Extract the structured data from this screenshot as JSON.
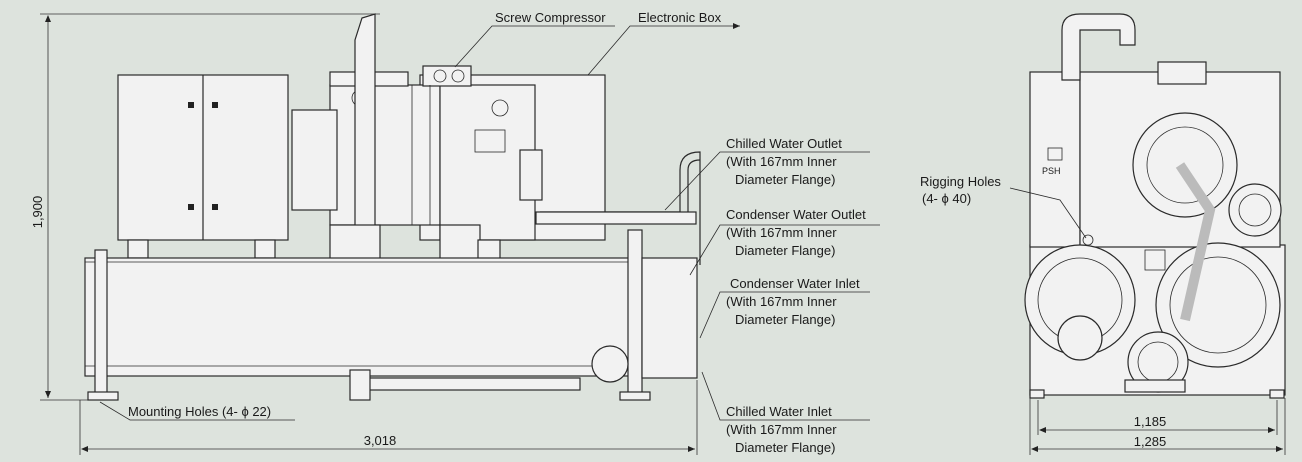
{
  "labels": {
    "screw_compressor": "Screw Compressor",
    "electronic_box": "Electronic Box",
    "chilled_out_1": "Chilled Water Outlet",
    "chilled_out_2": "(With 167mm Inner",
    "chilled_out_3": "Diameter Flange)",
    "cond_out_1": "Condenser Water Outlet",
    "cond_out_2": "(With 167mm Inner",
    "cond_out_3": "Diameter Flange)",
    "cond_in_1": "Condenser Water Inlet",
    "cond_in_2": "(With 167mm Inner",
    "cond_in_3": "Diameter Flange)",
    "chilled_in_1": "Chilled Water Inlet",
    "chilled_in_2": "(With 167mm Inner",
    "chilled_in_3": "Diameter Flange)",
    "mounting_holes": "Mounting Holes (4- ϕ 22)",
    "rigging_1": "Rigging Holes",
    "rigging_2": "(4- ϕ 40)",
    "psh": "PSH"
  },
  "dimensions": {
    "height": "1,900",
    "length": "3,018",
    "width_inner": "1,185",
    "width_outer": "1,285"
  }
}
